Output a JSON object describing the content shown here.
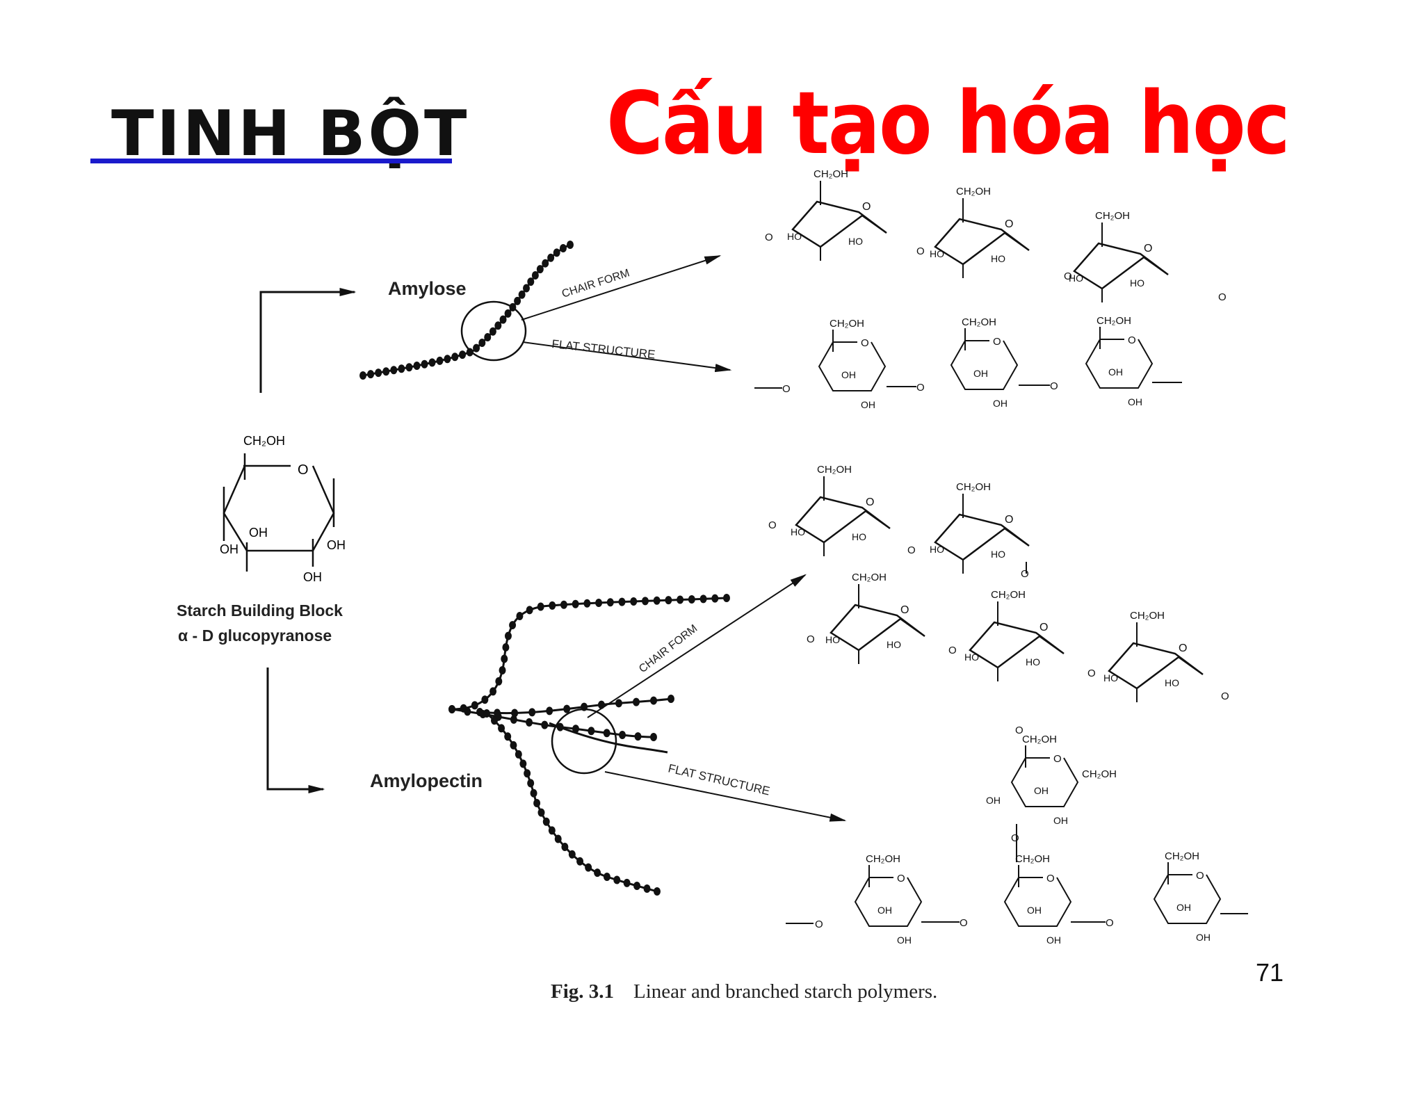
{
  "slide": {
    "title": "TINH BỘT",
    "subtitle": "Cấu tạo hóa học",
    "page_number": "71"
  },
  "figure": {
    "amylose_label": "Amylose",
    "amylopectin_label": "Amylopectin",
    "chair_form_label": "CHAIR FORM",
    "flat_structure_label": "FLAT STRUCTURE",
    "building_block_line1": "Starch Building Block",
    "building_block_line2": "α - D glucopyranose",
    "caption_number": "Fig. 3.1",
    "caption_text": "Linear and branched starch polymers."
  },
  "chem_labels": {
    "ch2oh": "CH₂OH",
    "oh": "OH",
    "ho": "HO",
    "o": "O"
  }
}
